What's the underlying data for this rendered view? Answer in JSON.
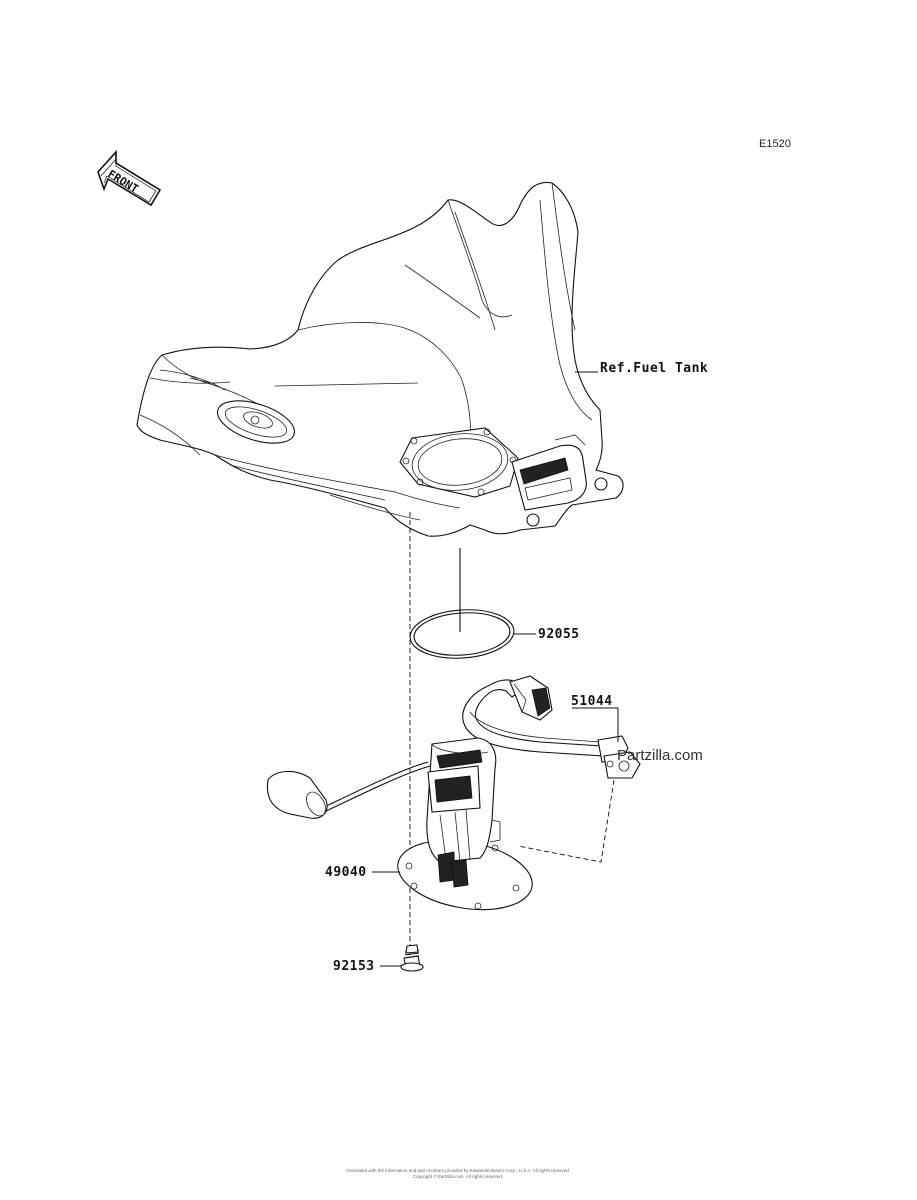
{
  "diagram_code": "E1520",
  "front_arrow_label": "FRONT",
  "callouts": {
    "fuel_tank": "Ref.Fuel Tank",
    "o_ring": "92055",
    "hose": "51044",
    "fuel_pump": "49040",
    "bolt": "92153"
  },
  "watermark": "Partzilla.com",
  "footer": {
    "line1": "Generated with the information and part numbers provided by Kawasaki Motors Corp., U.S.A. All rights reserved.",
    "line2": "Copyright © Partzilla.com. All rights reserved."
  }
}
